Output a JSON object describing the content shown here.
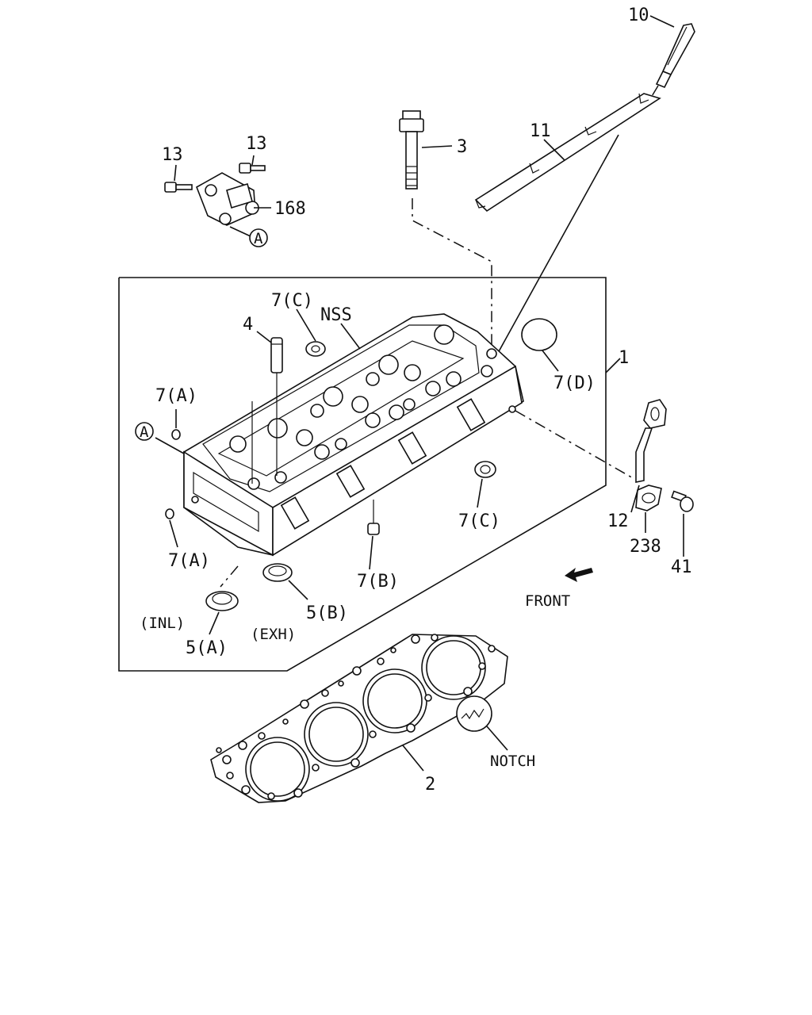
{
  "labels": {
    "p10": "10",
    "p11": "11",
    "p3": "3",
    "p13a": "13",
    "p13b": "13",
    "p168": "168",
    "circleA1": "A",
    "circleA2": "A",
    "p7C_top": "7(C)",
    "nss": "NSS",
    "p4": "4",
    "p7A_top": "7(A)",
    "p7D": "7(D)",
    "p1": "1",
    "p12": "12",
    "p238": "238",
    "p41": "41",
    "p7C_right": "7(C)",
    "p7A_bottom": "7(A)",
    "p7B": "7(B)",
    "p5B": "5(B)",
    "p5A": "5(A)",
    "inl": "(INL)",
    "exh": "(EXH)",
    "front": "FRONT",
    "notch": "NOTCH",
    "p2": "2"
  }
}
